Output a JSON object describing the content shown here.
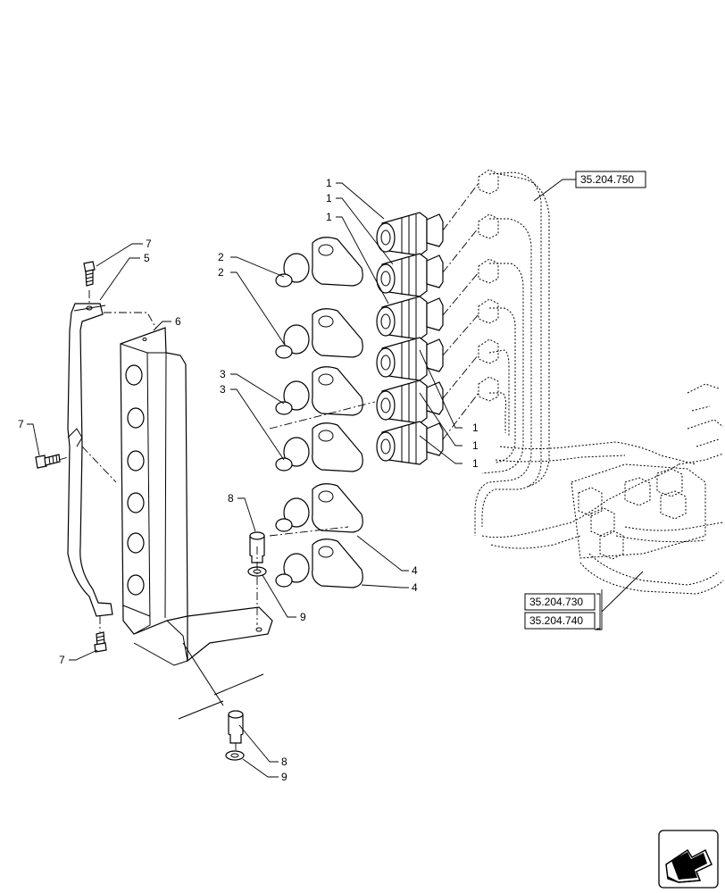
{
  "references": {
    "ref_top": "35.204.750",
    "ref_mid": "35.204.730",
    "ref_low": "35.204.740"
  },
  "callouts": {
    "c1": "1",
    "c2": "2",
    "c3": "3",
    "c4": "4",
    "c5": "5",
    "c6": "6",
    "c7": "7",
    "c8": "8",
    "c9": "9"
  },
  "nav_icon": "next-page-arrow-icon"
}
